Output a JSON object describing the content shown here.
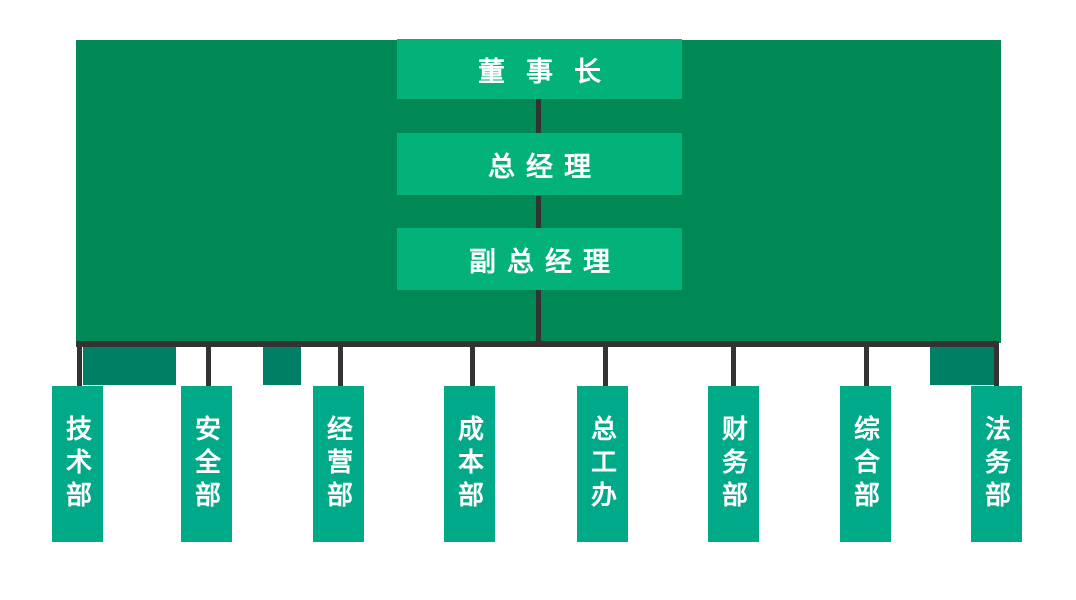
{
  "diagram": {
    "type": "org-chart",
    "levels": [
      {
        "label": "董事长"
      },
      {
        "label": "总经理"
      },
      {
        "label": "副总经理"
      }
    ],
    "departments": [
      {
        "label": "技术部"
      },
      {
        "label": "安全部"
      },
      {
        "label": "经营部"
      },
      {
        "label": "成本部"
      },
      {
        "label": "总工办"
      },
      {
        "label": "财务部"
      },
      {
        "label": "综合部"
      },
      {
        "label": "法务部"
      }
    ],
    "colors": {
      "background": "#ffffff",
      "panel": "#008855",
      "level_box": "#02b278",
      "department_box": "#00a988",
      "panel_tab": "#007f64",
      "connector": "#333333",
      "text": "#ffffff"
    }
  }
}
